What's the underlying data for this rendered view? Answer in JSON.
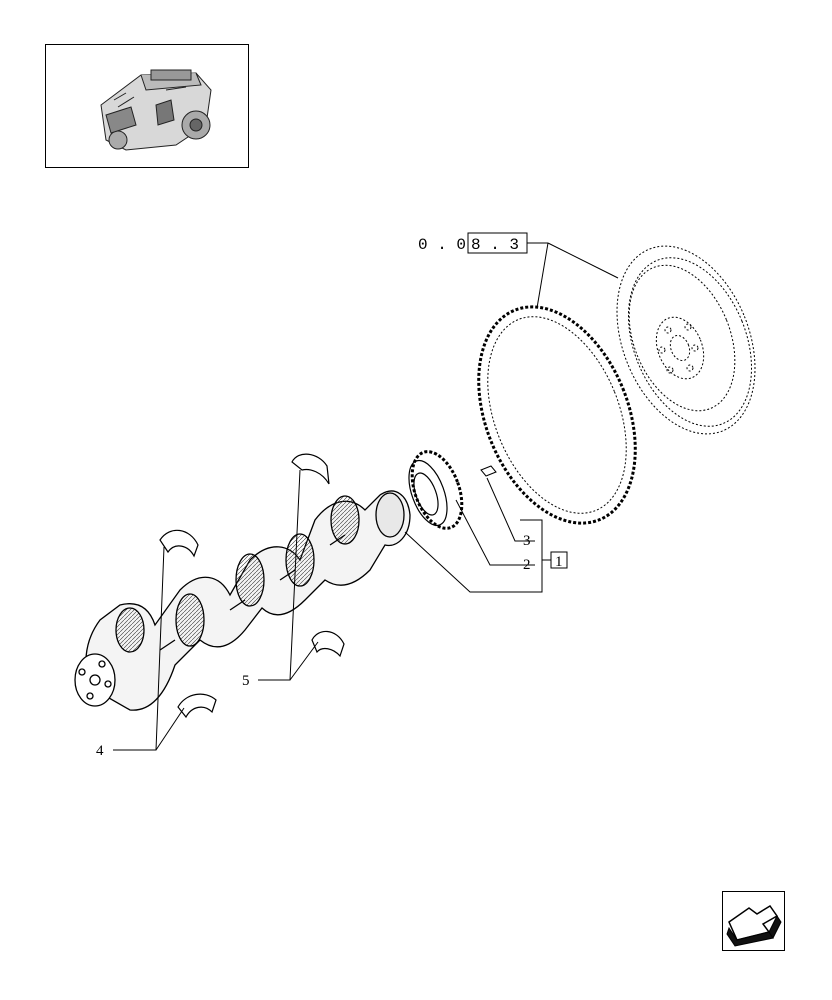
{
  "thumbnail": {
    "icon": "engine-icon"
  },
  "callouts": {
    "ref_left": "0 . 0",
    "ref_boxed": "8 . 3",
    "item_1": "1",
    "item_2": "2",
    "item_3": "3",
    "item_4": "4",
    "item_5": "5"
  },
  "nav": {
    "icon": "next-page-arrow-icon"
  }
}
